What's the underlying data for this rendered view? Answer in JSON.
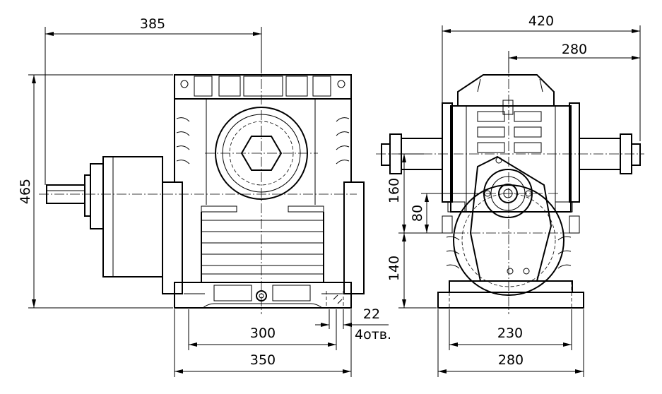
{
  "front_view": {
    "dims": {
      "width_to_center": "385",
      "height": "465",
      "base_holes_spacing": "300",
      "base_width": "350",
      "hole_diameter": "22",
      "hole_count": "4отв."
    }
  },
  "side_view": {
    "dims": {
      "overall_width": "420",
      "shaft_to_center": "280",
      "center_height_upper": "160",
      "center_offset": "80",
      "center_height_lower": "140",
      "base_holes_spacing": "230",
      "base_width": "280"
    }
  }
}
